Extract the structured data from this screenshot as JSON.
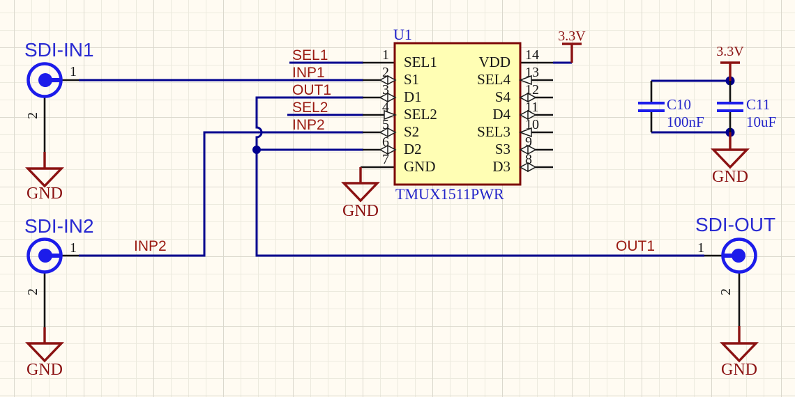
{
  "ic": {
    "designator": "U1",
    "comment": "TMUX1511PWR",
    "left_pins": [
      {
        "num": "1",
        "name": "SEL1"
      },
      {
        "num": "2",
        "name": "S1"
      },
      {
        "num": "3",
        "name": "D1"
      },
      {
        "num": "4",
        "name": "SEL2"
      },
      {
        "num": "5",
        "name": "S2"
      },
      {
        "num": "6",
        "name": "D2"
      },
      {
        "num": "7",
        "name": "GND"
      }
    ],
    "right_pins": [
      {
        "num": "14",
        "name": "VDD"
      },
      {
        "num": "13",
        "name": "SEL4"
      },
      {
        "num": "12",
        "name": "S4"
      },
      {
        "num": "11",
        "name": "D4"
      },
      {
        "num": "10",
        "name": "SEL3"
      },
      {
        "num": "9",
        "name": "S3"
      },
      {
        "num": "8",
        "name": "D3"
      }
    ]
  },
  "connectors": {
    "in1": {
      "designator": "SDI-IN1",
      "pin1": "1",
      "pin2": "2"
    },
    "in2": {
      "designator": "SDI-IN2",
      "pin1": "1",
      "pin2": "2"
    },
    "out": {
      "designator": "SDI-OUT",
      "pin1": "1",
      "pin2": "2"
    }
  },
  "capacitors": {
    "c10": {
      "designator": "C10",
      "value": "100nF"
    },
    "c11": {
      "designator": "C11",
      "value": "10uF"
    }
  },
  "power": {
    "rail": "3.3V",
    "gnd": "GND"
  },
  "net_labels": {
    "sel1": "SEL1",
    "inp1": "INP1",
    "out1": "OUT1",
    "sel2": "SEL2",
    "inp2": "INP2"
  },
  "colors": {
    "background": "#FFFBF2",
    "wire": "#00008F",
    "net_label": "#9A1B12",
    "power_symbol": "#8B1212",
    "component_body": "#FFFEB4",
    "component_border": "#7C0808",
    "connector_blue": "#1C1CEA",
    "designator_text": "#2324C9",
    "pin_text": "#161616"
  }
}
